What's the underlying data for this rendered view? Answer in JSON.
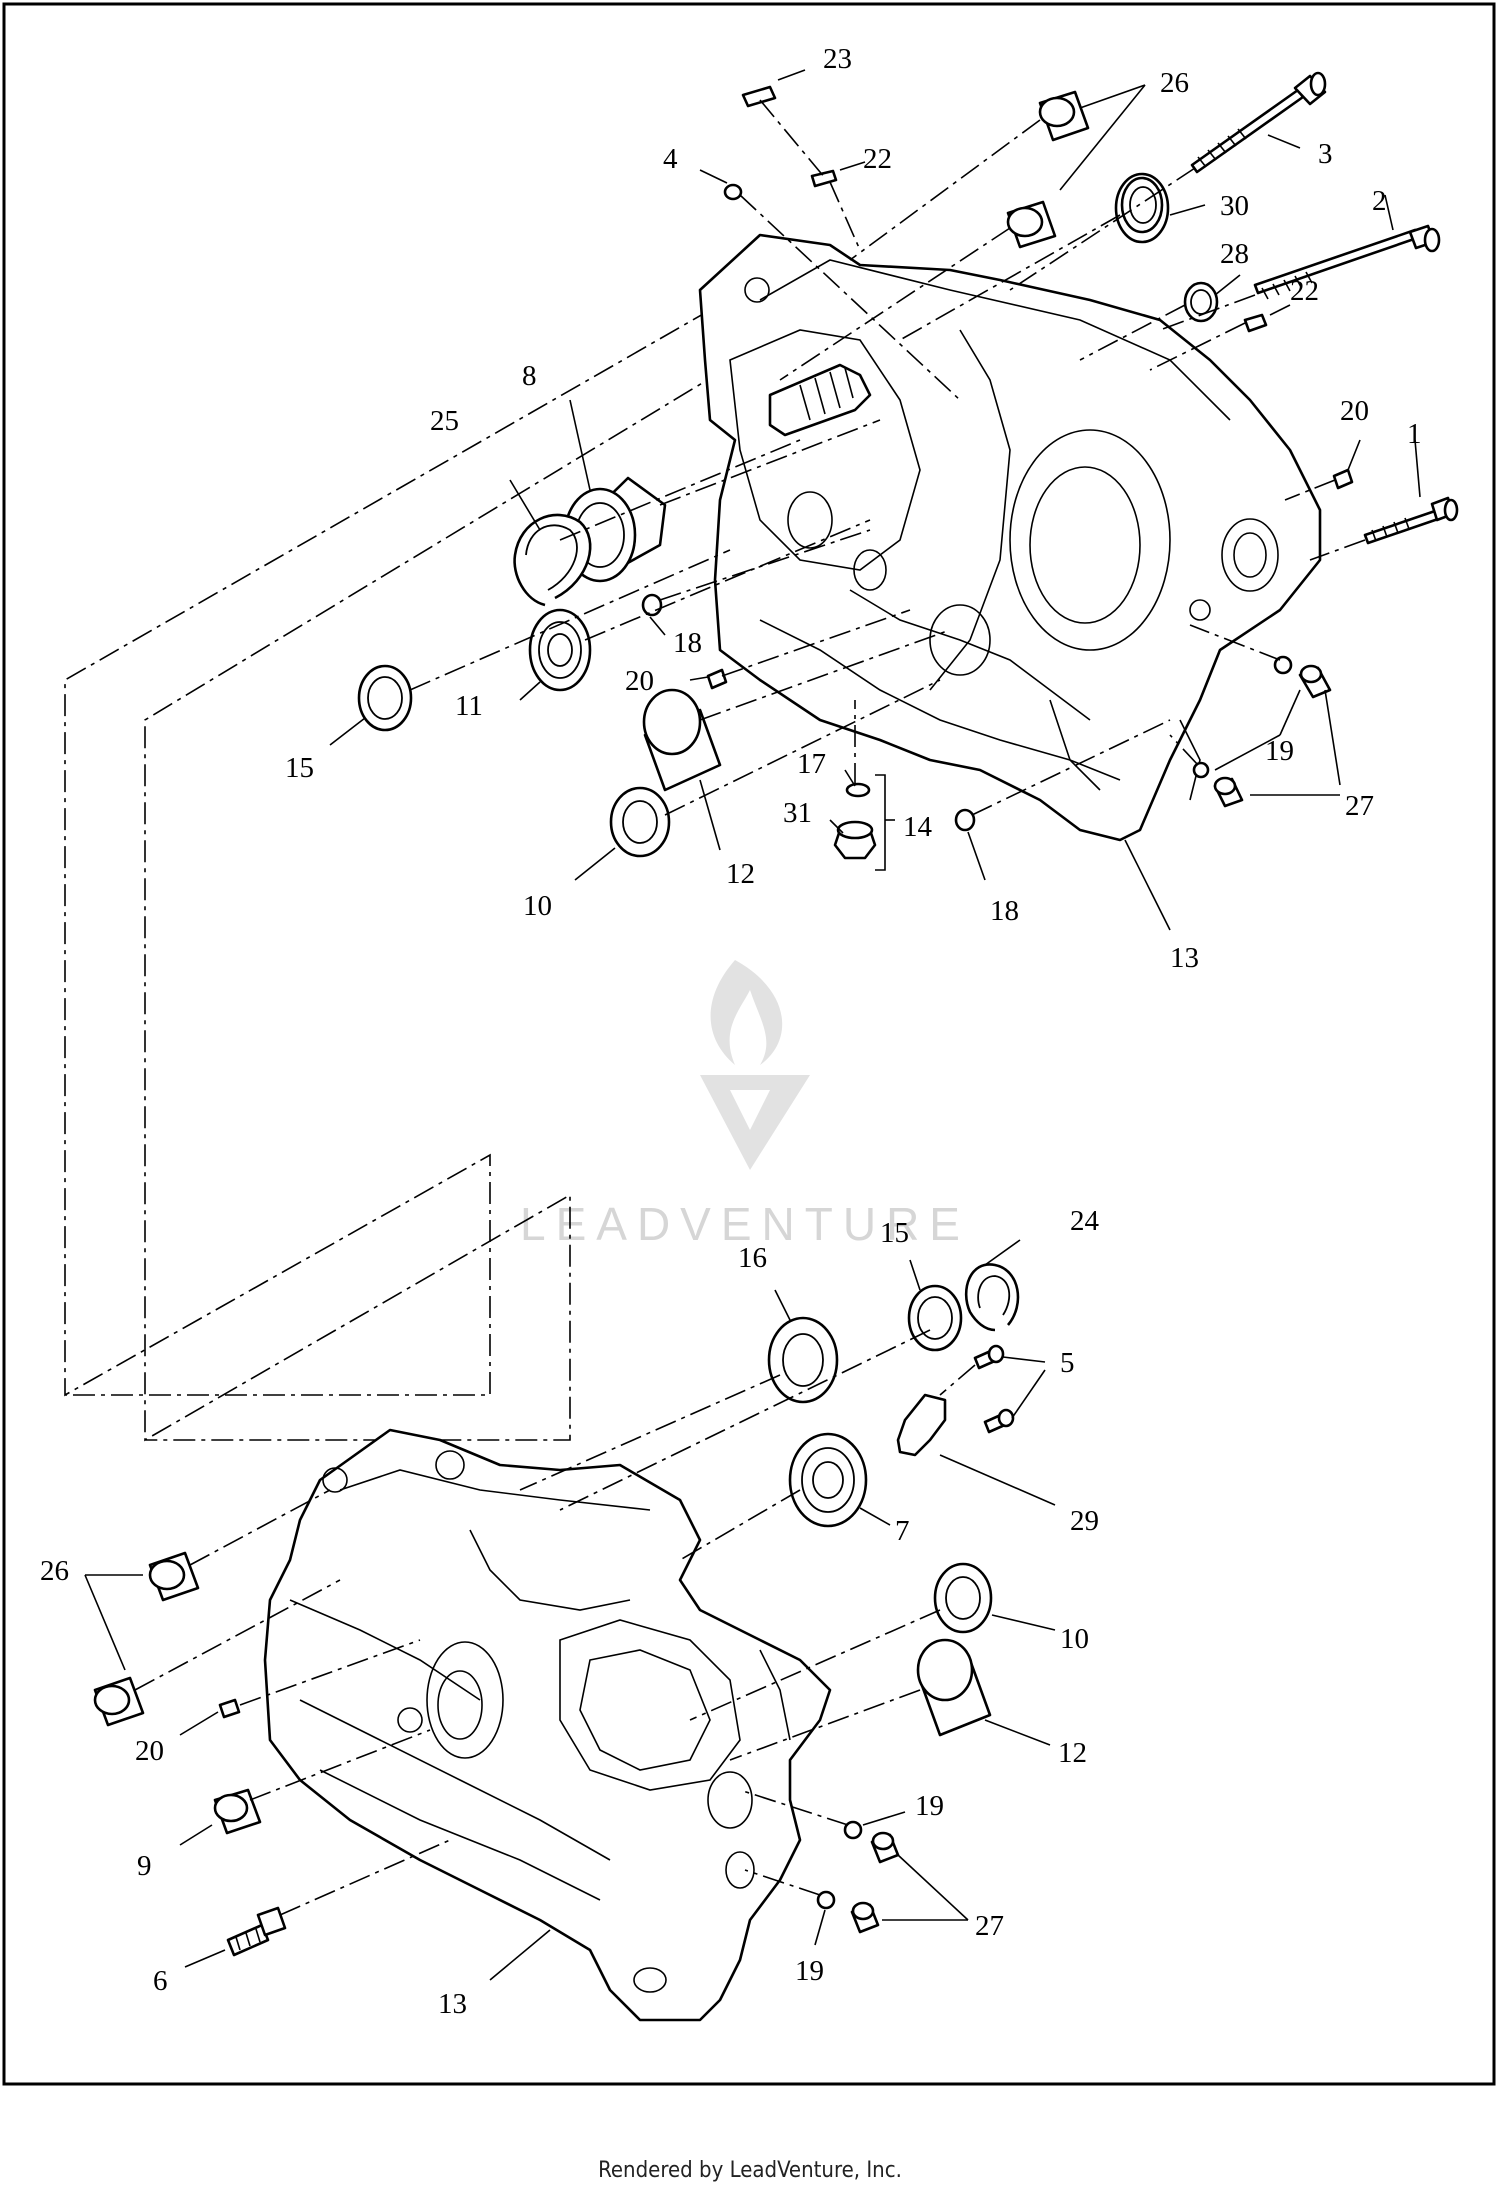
{
  "footer": {
    "credit": "Rendered by LeadVenture, Inc."
  },
  "watermark": {
    "text": "LEADVENTURE",
    "icon": "flame-v-logo-icon"
  },
  "callouts": [
    {
      "id": "c23",
      "label": "23"
    },
    {
      "id": "c22a",
      "label": "22"
    },
    {
      "id": "c4",
      "label": "4"
    },
    {
      "id": "c26a",
      "label": "26"
    },
    {
      "id": "c3",
      "label": "3"
    },
    {
      "id": "c30",
      "label": "30"
    },
    {
      "id": "c2",
      "label": "2"
    },
    {
      "id": "c28",
      "label": "28"
    },
    {
      "id": "c22b",
      "label": "22"
    },
    {
      "id": "c8",
      "label": "8"
    },
    {
      "id": "c25",
      "label": "25"
    },
    {
      "id": "c20a",
      "label": "20"
    },
    {
      "id": "c1",
      "label": "1"
    },
    {
      "id": "c18a",
      "label": "18"
    },
    {
      "id": "c20b",
      "label": "20"
    },
    {
      "id": "c11",
      "label": "11"
    },
    {
      "id": "c15a",
      "label": "15"
    },
    {
      "id": "c19a",
      "label": "19"
    },
    {
      "id": "c27a",
      "label": "27"
    },
    {
      "id": "c17",
      "label": "17"
    },
    {
      "id": "c31",
      "label": "31"
    },
    {
      "id": "c14",
      "label": "14"
    },
    {
      "id": "c12a",
      "label": "12"
    },
    {
      "id": "c10a",
      "label": "10"
    },
    {
      "id": "c18b",
      "label": "18"
    },
    {
      "id": "c13a",
      "label": "13"
    },
    {
      "id": "c24",
      "label": "24"
    },
    {
      "id": "c16",
      "label": "16"
    },
    {
      "id": "c15b",
      "label": "15"
    },
    {
      "id": "c5",
      "label": "5"
    },
    {
      "id": "c29",
      "label": "29"
    },
    {
      "id": "c7",
      "label": "7"
    },
    {
      "id": "c26b",
      "label": "26"
    },
    {
      "id": "c10b",
      "label": "10"
    },
    {
      "id": "c12b",
      "label": "12"
    },
    {
      "id": "c20c",
      "label": "20"
    },
    {
      "id": "c19b",
      "label": "19"
    },
    {
      "id": "c9",
      "label": "9"
    },
    {
      "id": "c27b",
      "label": "27"
    },
    {
      "id": "c6",
      "label": "6"
    },
    {
      "id": "c19c",
      "label": "19"
    },
    {
      "id": "c13b",
      "label": "13"
    }
  ]
}
